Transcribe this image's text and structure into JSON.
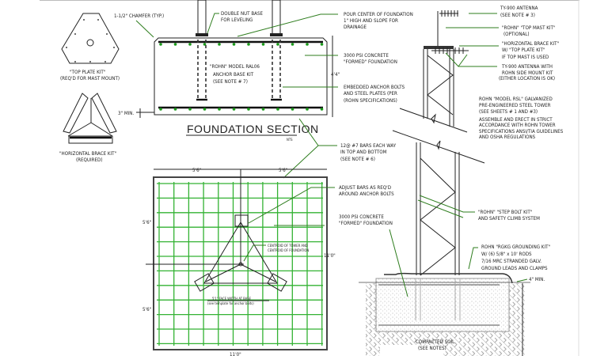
{
  "details": {
    "top_plate_kit": [
      "\"TOP PLATE KIT\"",
      "(REQ'D FOR MAST MOUNT)"
    ],
    "horizontal_brace_kit": [
      "\"HORIZONTAL BRACE KIT\"",
      "(REQUIRED)"
    ]
  },
  "foundation_section": {
    "title": "FOUNDATION SECTION",
    "scale": "NTS",
    "chamfer": "1-1/2\" CHAMFER (TYP.)",
    "double_nut": [
      "DOUBLE NUT BASE",
      "FOR LEVELING"
    ],
    "pour_center": [
      "POUR CENTER OF FOUNDATION",
      "1\" HIGH AND SLOPE FOR",
      "DRAINAGE"
    ],
    "anchor_kit": [
      "\"ROHN\" MODEL RAL06",
      "ANCHOR BASE KIT",
      "(SEE NOTE # 7)"
    ],
    "concrete": [
      "3000 PSI CONCRETE",
      "\"FORMED\" FOUNDATION"
    ],
    "embedded": [
      "EMBEDDED ANCHOR BOLTS",
      "AND STEEL PLATES (PER",
      "(ROHN SPECIFICATIONS)"
    ],
    "min_cover": "3\" MIN.",
    "depth": "4'4\"",
    "bars": [
      "12@ #7 BARS EACH WAY",
      "IN TOP AND BOTTOM",
      "(SEE NOTE # 6)"
    ]
  },
  "plan": {
    "dim_half": "5'6\"",
    "dim_full": "11'0\"",
    "adjust_bars": [
      "ADJUST BARS AS REQ'D",
      "AROUND ANCHOR BOLTS"
    ],
    "concrete": [
      "3000 PSI CONCRETE",
      "\"FORMED\" FOUNDATION"
    ],
    "centroid": [
      "CENTROID OF TOWER AND",
      "CENTROID OF FOUNDATION"
    ],
    "face_width": [
      "5'1\" FACE WIDTH AT BASE",
      "(see template for anchor bolts)"
    ]
  },
  "tower": {
    "antenna_top": [
      "TY-900 ANTENNA",
      "(SEE NOTE # 3)"
    ],
    "top_mast": [
      "\"ROHN\" \"TOP MAST KIT\"",
      "(OPTIONAL)"
    ],
    "brace_kit": [
      "\"HORIZONTAL BRACE KIT\"",
      "W/ \"TOP PLATE KIT\"",
      "IF TOP MAST IS USED"
    ],
    "antenna_side": [
      "TY-900 ANTENNA WITH",
      "ROHN SIDE MOUNT KIT",
      "(EITHER LOCATION IS OK)"
    ],
    "model": [
      "ROHN \"MODEL RSL\" GALVANIZED",
      "PRE-ENGINEERED STEEL TOWER",
      "(SEE SHEETS # 1 AND #3)"
    ],
    "assemble": [
      "ASSEMBLE AND ERECT IN STRICT",
      "ACCORDANCE WITH ROHN TOWER",
      "SPECIFICATIONS ANSI/TIA GUIDELINES",
      "AND OSHA REGULATIONS"
    ],
    "step_bolt": [
      "\"ROHN\" \"STEP BOLT KIT\"",
      "AND SAFETY CLIMB SYSTEM"
    ],
    "grounding": [
      "ROHN \"RGKG GROUNDING KIT\"",
      "W/ (6) 5/8\" x 10' RODS",
      "7/16 MRC STRANDED GALV.",
      "GROUND LEADS AND CLAMPS"
    ],
    "min": "4\" MIN.",
    "soil": [
      "COMPACTED SOIL",
      "(SEE NOTES)"
    ]
  },
  "colors": {
    "leader": "#2e7d1e",
    "rebar": "#33b233",
    "line": "#222222"
  }
}
